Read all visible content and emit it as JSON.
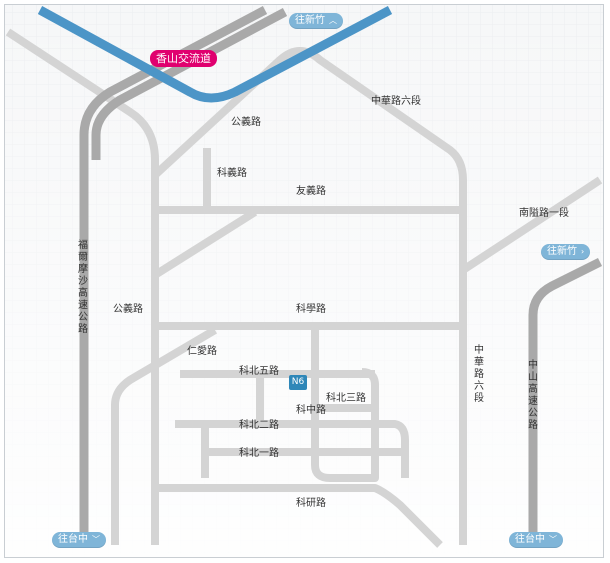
{
  "map": {
    "interchange": "香山交流道",
    "station": "N6",
    "roads": {
      "gongyi_top": "公義路",
      "keyi": "科義路",
      "youyi": "友義路",
      "gongyi_left": "公義路",
      "kexue": "科學路",
      "renai": "仁愛路",
      "kebei5": "科北五路",
      "kebei3": "科北三路",
      "kezhong": "科中路",
      "kebei2": "科北二路",
      "kebei1": "科北一路",
      "keyan": "科研路",
      "zhonghua6_top": "中華路六段",
      "nanshi1": "南隘路一段",
      "freeway3": "福爾摩沙高速公路",
      "zhonghua6_vertical": "中華路六段",
      "freeway1": "中山高速公路"
    },
    "directions": {
      "to_hsinchu_top": "往新竹",
      "to_hsinchu_right": "往新竹",
      "to_taichung_left": "往台中",
      "to_taichung_right": "往台中"
    }
  }
}
